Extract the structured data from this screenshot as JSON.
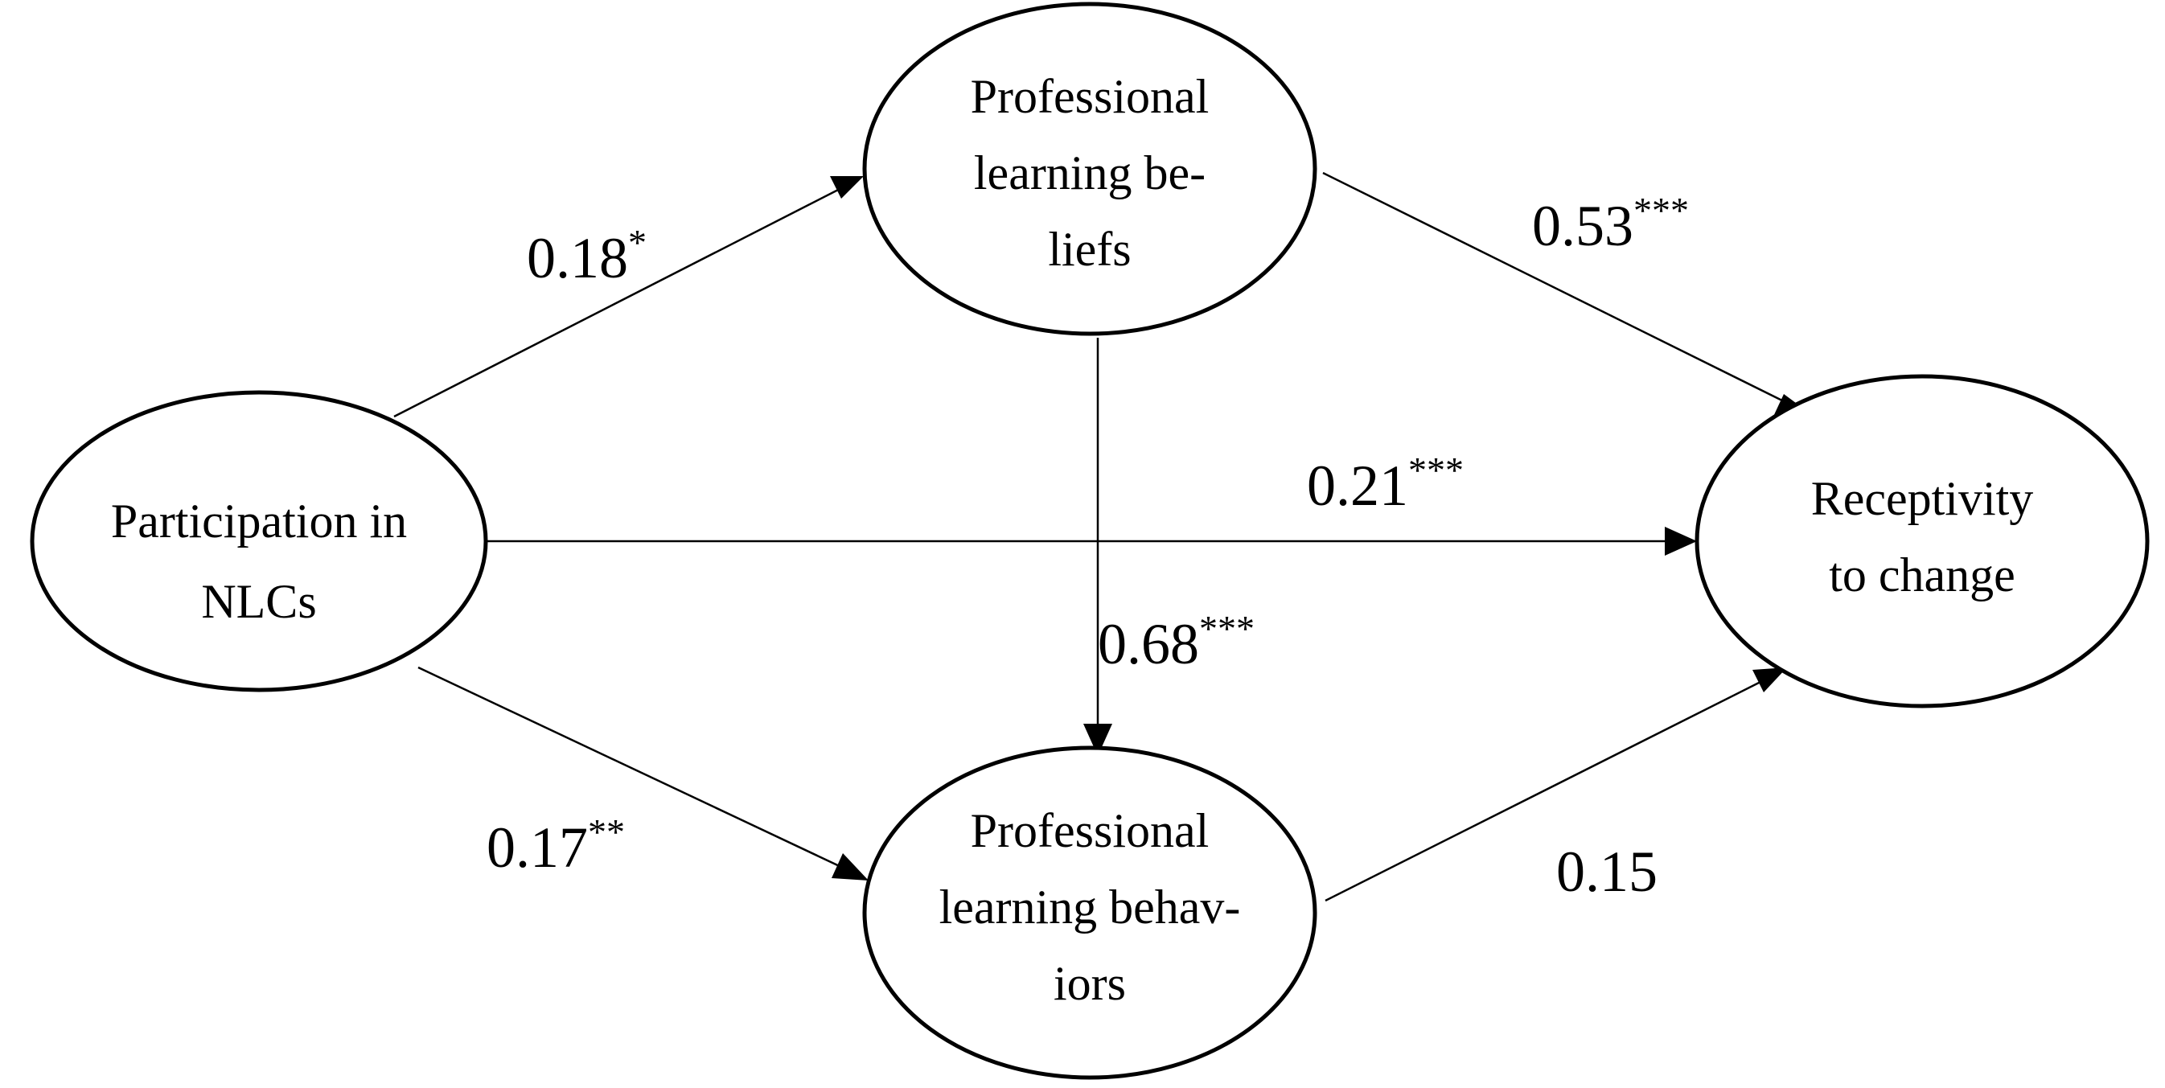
{
  "nodes": {
    "participation": {
      "lines": [
        "Participation in",
        "NLCs"
      ]
    },
    "beliefs": {
      "lines": [
        "Professional",
        "learning be-",
        "liefs"
      ]
    },
    "behaviors": {
      "lines": [
        "Professional",
        "learning behav-",
        "iors"
      ]
    },
    "receptivity": {
      "lines": [
        "Receptivity",
        "to change"
      ]
    }
  },
  "paths": {
    "participation_beliefs": {
      "coef": "0.18",
      "sig": "*"
    },
    "beliefs_receptivity": {
      "coef": "0.53",
      "sig": "***"
    },
    "participation_receptivity": {
      "coef": "0.21",
      "sig": "***"
    },
    "beliefs_behaviors": {
      "coef": "0.68",
      "sig": "***"
    },
    "participation_behaviors": {
      "coef": "0.17",
      "sig": "**"
    },
    "behaviors_receptivity": {
      "coef": "0.15",
      "sig": ""
    }
  }
}
